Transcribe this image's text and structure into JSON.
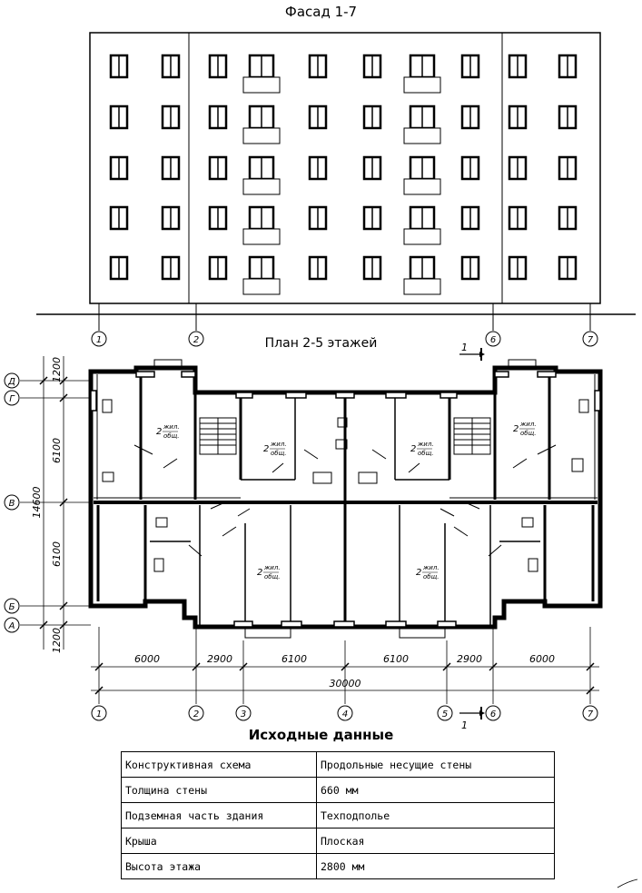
{
  "titles": {
    "facade": "Фасад 1-7",
    "plan": "План 2-5 этажей",
    "data": "Исходные данные"
  },
  "axes_vertical": [
    "1",
    "2",
    "6",
    "7"
  ],
  "axes_plan_bottom": [
    "1",
    "2",
    "3",
    "4",
    "5",
    "6",
    "7"
  ],
  "axes_horizontal": [
    "Д",
    "Г",
    "В",
    "Б",
    "А"
  ],
  "section_mark": "1",
  "dims_bottom": [
    "6000",
    "2900",
    "6100",
    "6100",
    "2900",
    "6000"
  ],
  "dim_total": "30000",
  "dims_left": [
    "1200",
    "6100",
    "6100",
    "1200"
  ],
  "dim_left_total": "14600",
  "room_label": {
    "number": "2",
    "top": "жил.",
    "bottom": "общ."
  },
  "table": [
    {
      "param": "Конструктивная схема",
      "value": "Продольные несущие стены"
    },
    {
      "param": "Толщина стены",
      "value": "660 мм"
    },
    {
      "param": "Подземная часть здания",
      "value": "Техподполье"
    },
    {
      "param": "Крыша",
      "value": "Плоская"
    },
    {
      "param": "Высота этажа",
      "value": "2800 мм"
    }
  ]
}
